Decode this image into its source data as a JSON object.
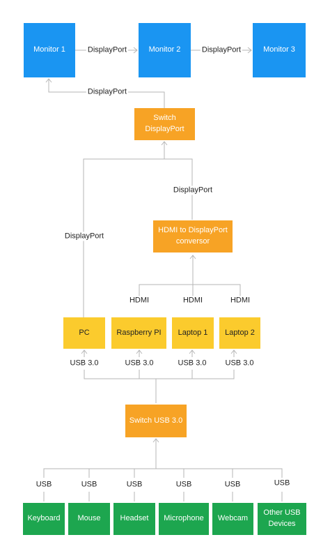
{
  "nodes": {
    "monitor1": "Monitor 1",
    "monitor2": "Monitor 2",
    "monitor3": "Monitor 3",
    "switch_dp": "Switch\nDisplayPort",
    "hdmi_conv": "HDMI to DisplayPort\nconversor",
    "pc": "PC",
    "raspberry": "Raspberry PI",
    "laptop1": "Laptop 1",
    "laptop2": "Laptop 2",
    "switch_usb": "Switch USB 3.0",
    "keyboard": "Keyboard",
    "mouse": "Mouse",
    "headset": "Headset",
    "microphone": "Microphone",
    "webcam": "Webcam",
    "other_usb": "Other USB\nDevices"
  },
  "edge_labels": {
    "m1_m2": "DisplayPort",
    "m2_m3": "DisplayPort",
    "switch_m1": "DisplayPort",
    "conv_switch": "DisplayPort",
    "pc_switch": "DisplayPort",
    "hdmi_raspberry": "HDMI",
    "hdmi_laptop1": "HDMI",
    "hdmi_laptop2": "HDMI",
    "usb3_pc": "USB 3.0",
    "usb3_raspberry": "USB 3.0",
    "usb3_laptop1": "USB 3.0",
    "usb3_laptop2": "USB 3.0",
    "usb_keyboard": "USB",
    "usb_mouse": "USB",
    "usb_headset": "USB",
    "usb_microphone": "USB",
    "usb_webcam": "USB",
    "usb_other": "USB"
  },
  "colors": {
    "monitor": "#1a95f2",
    "switch": "#f7a325",
    "device": "#fbcb2d",
    "usb_device": "#1da64f",
    "connector": "#b5b5b5"
  }
}
